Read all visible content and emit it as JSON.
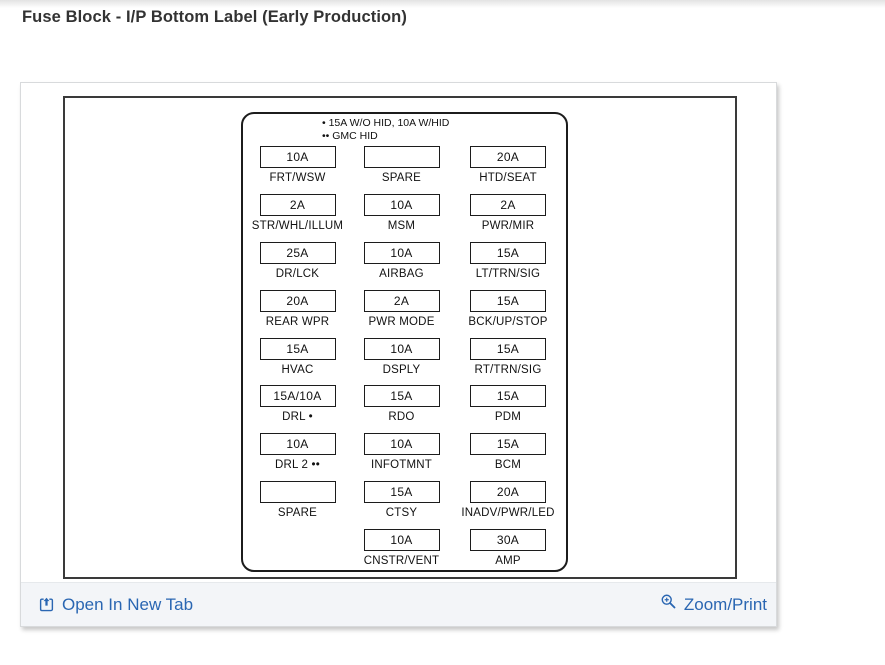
{
  "page": {
    "title": "Fuse Block - I/P Bottom Label (Early Production)"
  },
  "diagram": {
    "notes": [
      "• 15A W/O HID, 10A W/HID",
      "•• GMC HID"
    ],
    "columns": 3,
    "rows": [
      [
        {
          "amp": "10A",
          "label": "FRT/WSW"
        },
        {
          "amp": "",
          "label": "SPARE"
        },
        {
          "amp": "20A",
          "label": "HTD/SEAT"
        }
      ],
      [
        {
          "amp": "2A",
          "label": "STR/WHL/ILLUM"
        },
        {
          "amp": "10A",
          "label": "MSM"
        },
        {
          "amp": "2A",
          "label": "PWR/MIR"
        }
      ],
      [
        {
          "amp": "25A",
          "label": "DR/LCK"
        },
        {
          "amp": "10A",
          "label": "AIRBAG"
        },
        {
          "amp": "15A",
          "label": "LT/TRN/SIG"
        }
      ],
      [
        {
          "amp": "20A",
          "label": "REAR WPR"
        },
        {
          "amp": "2A",
          "label": "PWR MODE"
        },
        {
          "amp": "15A",
          "label": "BCK/UP/STOP"
        }
      ],
      [
        {
          "amp": "15A",
          "label": "HVAC"
        },
        {
          "amp": "10A",
          "label": "DSPLY"
        },
        {
          "amp": "15A",
          "label": "RT/TRN/SIG"
        }
      ],
      [
        {
          "amp": "15A/10A",
          "label": "DRL •"
        },
        {
          "amp": "15A",
          "label": "RDO"
        },
        {
          "amp": "15A",
          "label": "PDM"
        }
      ],
      [
        {
          "amp": "10A",
          "label": "DRL 2 ••"
        },
        {
          "amp": "10A",
          "label": "INFOTMNT"
        },
        {
          "amp": "15A",
          "label": "BCM"
        }
      ],
      [
        {
          "amp": "",
          "label": "SPARE"
        },
        {
          "amp": "15A",
          "label": "CTSY"
        },
        {
          "amp": "20A",
          "label": "INADV/PWR/LED"
        }
      ],
      [
        null,
        {
          "amp": "10A",
          "label": "CNSTR/VENT"
        },
        {
          "amp": "30A",
          "label": "AMP"
        }
      ]
    ]
  },
  "footer": {
    "open_in_new_tab_label": "Open In New Tab",
    "zoom_print_label": "Zoom/Print"
  },
  "colors": {
    "link_blue": "#2a66b2",
    "footer_background": "#f3f5f8",
    "diagram_ink": "#1c1c1c",
    "title_color": "#333333"
  }
}
